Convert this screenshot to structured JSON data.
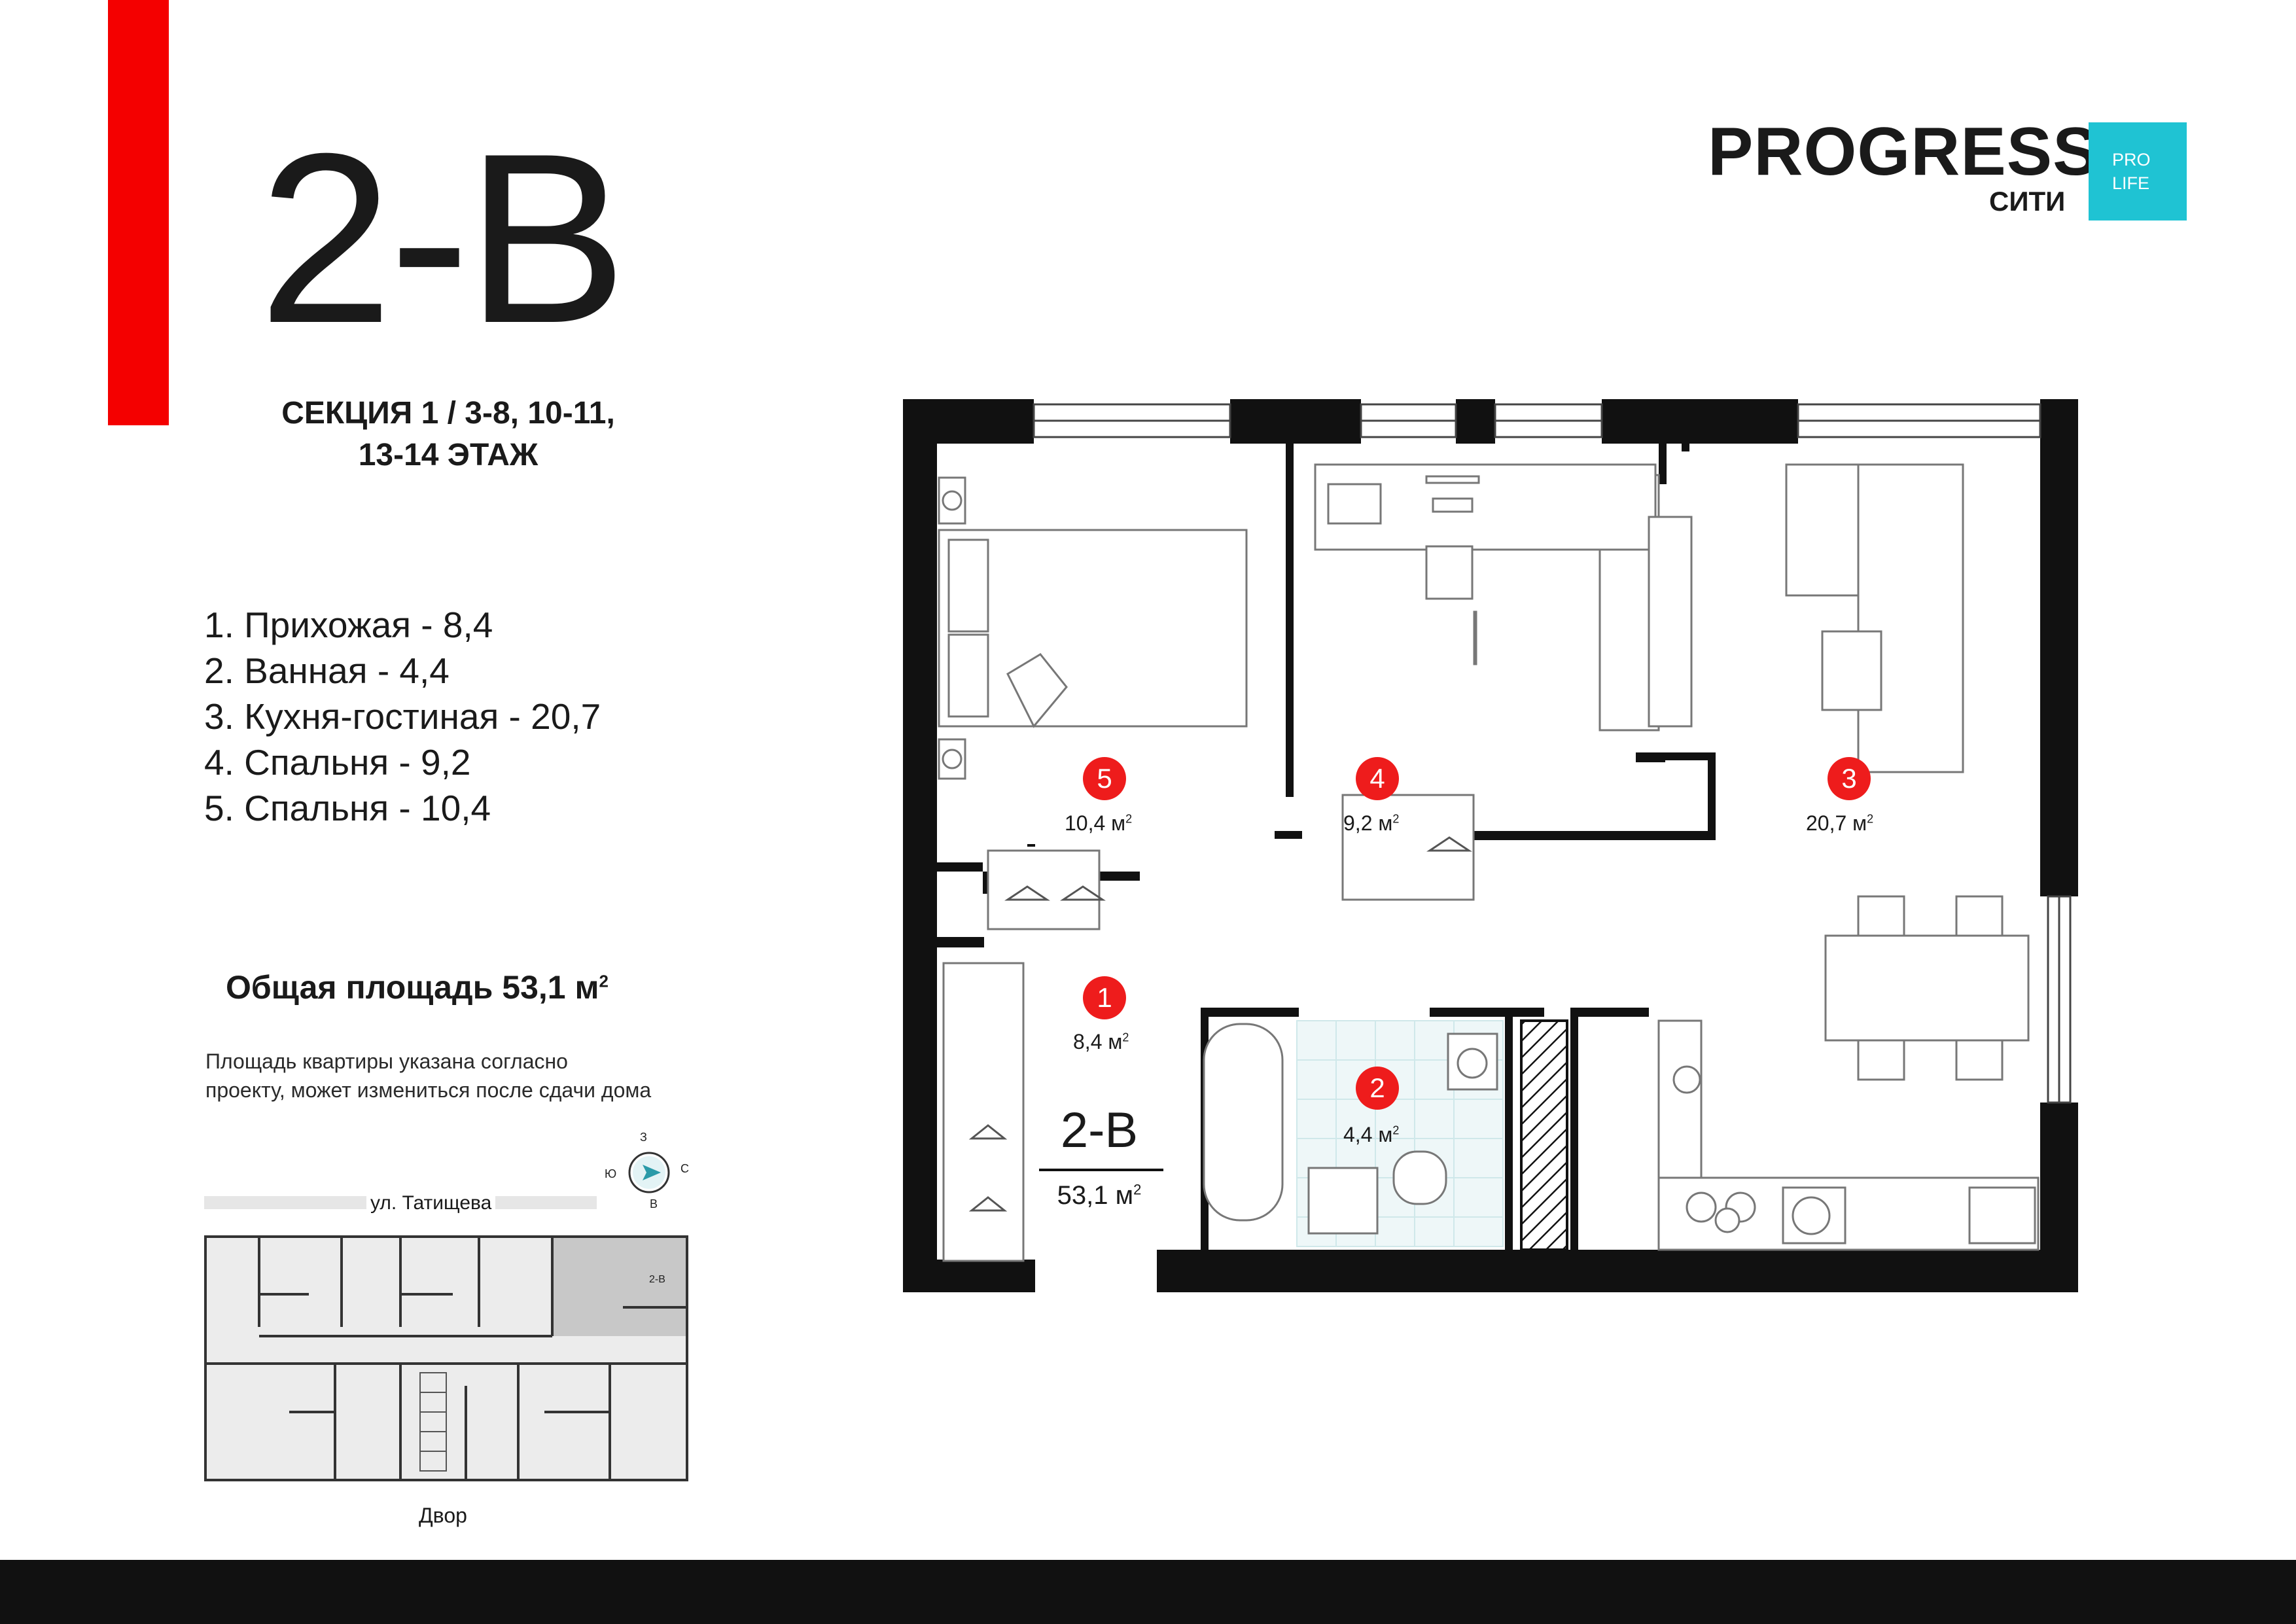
{
  "apartment": {
    "title": "2-В",
    "section_line1": "СЕКЦИЯ 1 / 3-8, 10-11,",
    "section_line2": "13-14 ЭТАЖ"
  },
  "rooms": [
    {
      "label": "1.  Прихожая - 8,4"
    },
    {
      "label": "2. Ванная - 4,4"
    },
    {
      "label": "3. Кухня-гостиная - 20,7"
    },
    {
      "label": "4. Спальня - 9,2"
    },
    {
      "label": "5. Спальня - 10,4"
    }
  ],
  "total": {
    "text": "Общая площадь 53,1 м",
    "superscript": "2"
  },
  "disclaimer": {
    "line1": "Площадь квартиры указана согласно",
    "line2": "проекту, может измениться после сдачи дома"
  },
  "logo": {
    "name": "PROGRESS",
    "subtitle": "СИТИ",
    "badge_line1": "PRO",
    "badge_line2": "LIFE"
  },
  "site_plan": {
    "street": "ул. Татищева",
    "yard": "Двор",
    "highlight_label": "2-В"
  },
  "compass": {
    "north": "З",
    "east": "С",
    "south": "В",
    "west": "Ю"
  },
  "plan": {
    "title": "2-В",
    "area": "53,1 м",
    "area_sup": "2",
    "room_pins": [
      {
        "number": "5",
        "area": "10,4 м",
        "sup": "2"
      },
      {
        "number": "4",
        "area": "9,2 м",
        "sup": "2"
      },
      {
        "number": "3",
        "area": "20,7 м",
        "sup": "2"
      },
      {
        "number": "1",
        "area": "8,4 м",
        "sup": "2"
      },
      {
        "number": "2",
        "area": "4,4 м",
        "sup": "2"
      }
    ]
  },
  "colors": {
    "accent_red": "#f40000",
    "pin_red": "#ee1c1c",
    "logo_cyan": "#1fc3d3",
    "wall": "#111111",
    "bottom_bar": "#111111",
    "highlight_grey": "#c8c8c8"
  }
}
